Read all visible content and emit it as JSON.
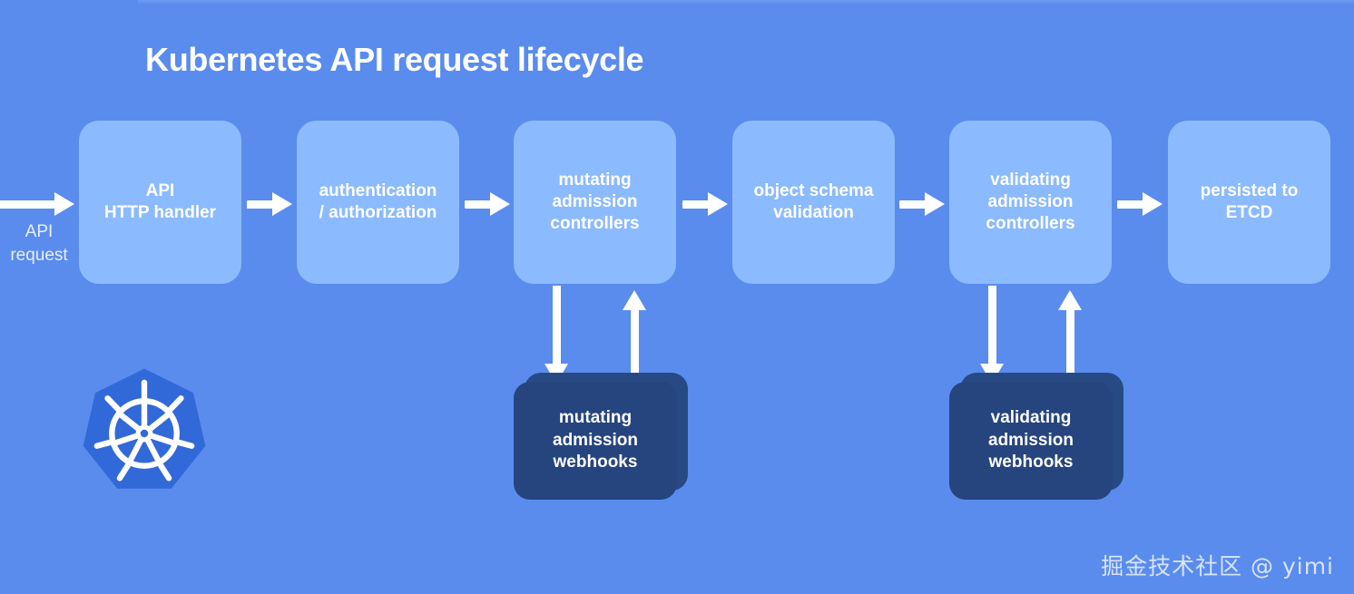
{
  "title": "Kubernetes API request lifecycle",
  "colors": {
    "background": "#5a8cee",
    "stage_box": "#8bbafe",
    "webhook_box": "#26447e",
    "webhook_box_back": "#274a85",
    "arrow": "#ffffff",
    "text_on_stage": "#ffffff",
    "api_request_label": "#e6eefc",
    "watermark": "#d7e4fb"
  },
  "entry": {
    "label": "API\nrequest"
  },
  "stages": [
    {
      "id": "api-http-handler",
      "label": "API\nHTTP handler"
    },
    {
      "id": "authentication-authorization",
      "label": "authentication\n/ authorization"
    },
    {
      "id": "mutating-admission-controllers",
      "label": "mutating\nadmission\ncontrollers"
    },
    {
      "id": "object-schema-validation",
      "label": "object schema\nvalidation"
    },
    {
      "id": "validating-admission-controllers",
      "label": "validating\nadmission\ncontrollers"
    },
    {
      "id": "persisted-to-etcd",
      "label": "persisted to\nETCD"
    }
  ],
  "webhooks": [
    {
      "id": "mutating-admission-webhooks",
      "label": "mutating\nadmission\nwebhooks"
    },
    {
      "id": "validating-admission-webhooks",
      "label": "validating\nadmission\nwebhooks"
    }
  ],
  "logo": {
    "name": "kubernetes-logo",
    "alt": "Kubernetes helm wheel logo"
  },
  "watermark": "掘金技术社区 @ yimi"
}
